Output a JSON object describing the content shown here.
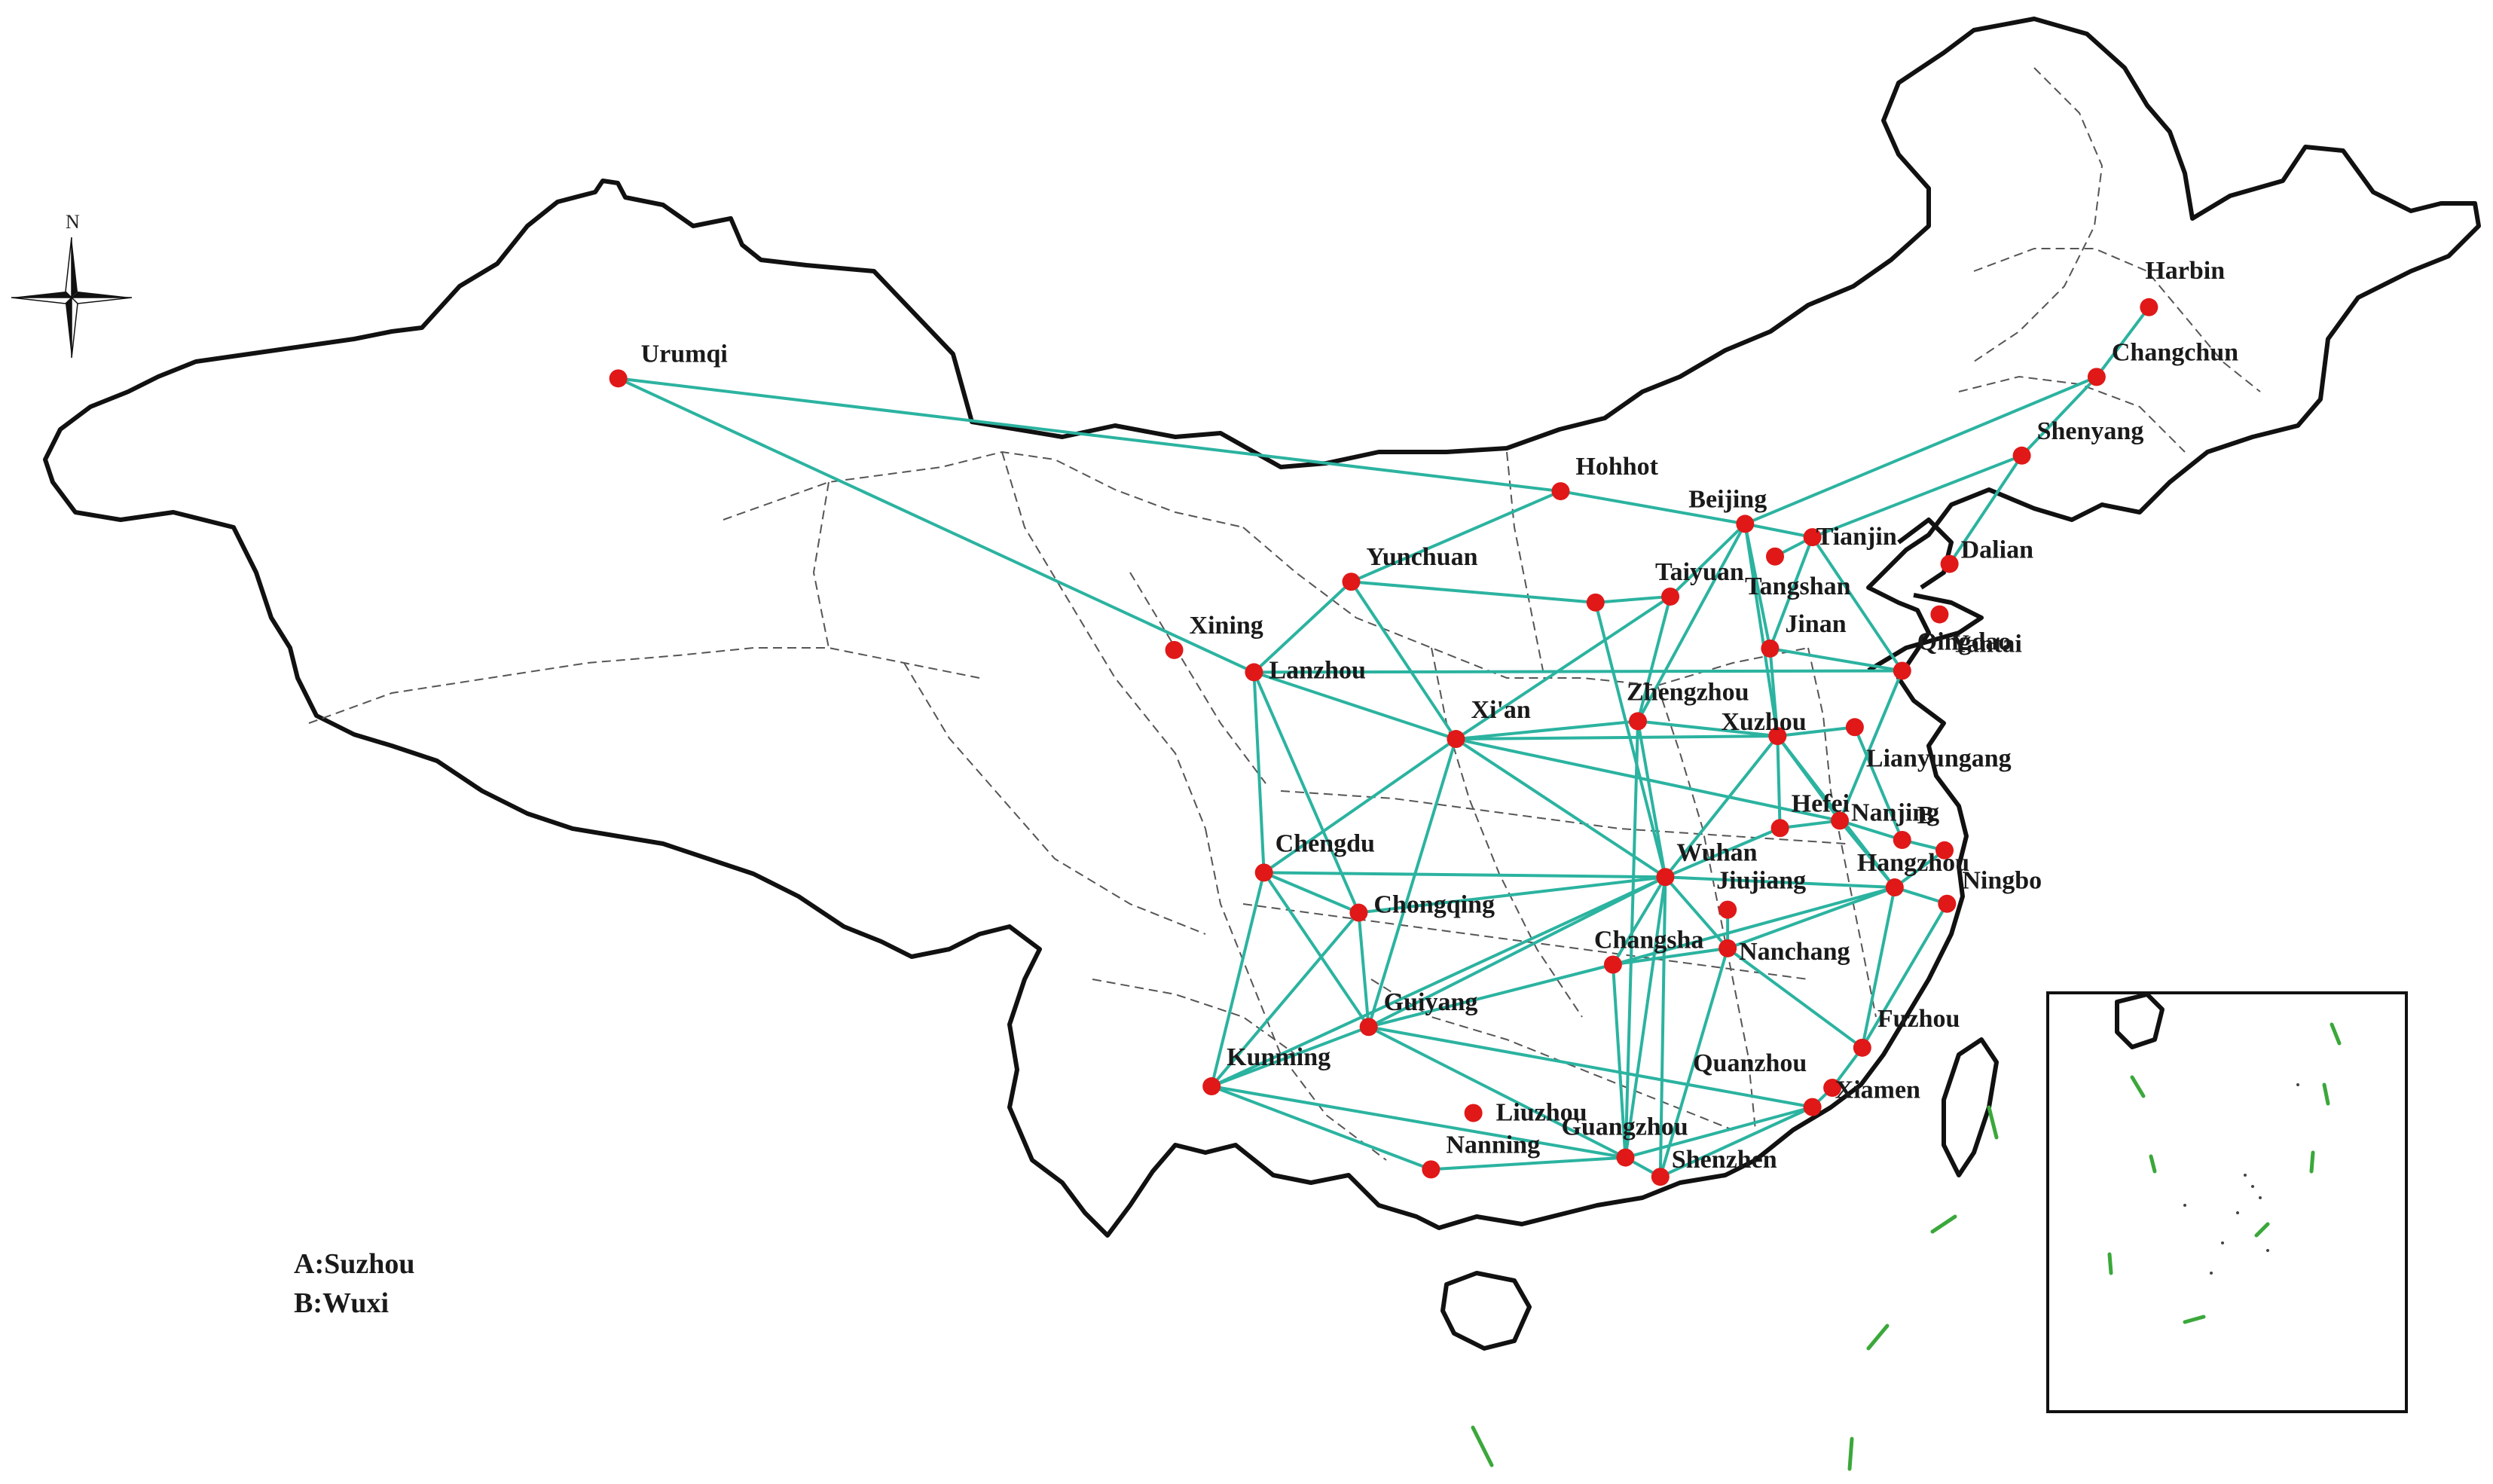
{
  "compass": {
    "label": "N"
  },
  "legend": [
    {
      "key": "A",
      "text": "A:Suzhou"
    },
    {
      "key": "B",
      "text": "B:Wuxi"
    }
  ],
  "colors": {
    "route": "#2bb3a0",
    "city": "#e01818",
    "island_marks": "#3aa83a"
  },
  "cities": [
    {
      "id": "urumqi",
      "label": "Urumqi",
      "ref": [
        0.248,
        0.255
      ]
    },
    {
      "id": "harbin",
      "label": "Harbin",
      "ref": [
        0.862,
        0.207
      ]
    },
    {
      "id": "changchun",
      "label": "Changchun",
      "ref": [
        0.841,
        0.254
      ]
    },
    {
      "id": "shenyang",
      "label": "Shenyang",
      "ref": [
        0.811,
        0.307
      ]
    },
    {
      "id": "hohhot",
      "label": "Hohhot",
      "ref": [
        0.626,
        0.331
      ]
    },
    {
      "id": "beijing",
      "label": "Beijing",
      "ref": [
        0.7,
        0.353
      ]
    },
    {
      "id": "tianjin",
      "label": "Tianjin",
      "ref": [
        0.727,
        0.362
      ]
    },
    {
      "id": "tangshan",
      "label": "Tangshan",
      "ref": [
        0.712,
        0.375
      ]
    },
    {
      "id": "dalian",
      "label": "Dalian",
      "ref": [
        0.782,
        0.38
      ]
    },
    {
      "id": "yantai",
      "label": "Yantai",
      "ref": [
        0.778,
        0.414
      ]
    },
    {
      "id": "yunchuan",
      "label": "Yunchuan",
      "ref": [
        0.542,
        0.392
      ]
    },
    {
      "id": "taiyuan",
      "label": "Taiyuan",
      "ref": [
        0.67,
        0.402
      ]
    },
    {
      "id": "shijiazhuang",
      "label": "",
      "ref": [
        0.64,
        0.406
      ]
    },
    {
      "id": "jinan",
      "label": "Jinan",
      "ref": [
        0.71,
        0.437
      ]
    },
    {
      "id": "qingdao",
      "label": "Qingdao",
      "ref": [
        0.763,
        0.452
      ]
    },
    {
      "id": "xining",
      "label": "Xining",
      "ref": [
        0.471,
        0.438
      ]
    },
    {
      "id": "lanzhou",
      "label": "Lanzhou",
      "ref": [
        0.503,
        0.453
      ]
    },
    {
      "id": "xian",
      "label": "Xi'an",
      "ref": [
        0.584,
        0.498
      ]
    },
    {
      "id": "zhengzhou",
      "label": "Zhengzhou",
      "ref": [
        0.657,
        0.486
      ]
    },
    {
      "id": "xuzhou",
      "label": "Xuzhou",
      "ref": [
        0.713,
        0.496
      ]
    },
    {
      "id": "lianyungang",
      "label": "Lianyungang",
      "ref": [
        0.744,
        0.49
      ]
    },
    {
      "id": "hefei",
      "label": "Hefei",
      "ref": [
        0.714,
        0.558
      ]
    },
    {
      "id": "nanjing",
      "label": "Nanjing",
      "ref": [
        0.738,
        0.553
      ]
    },
    {
      "id": "wuxi",
      "label": "B",
      "ref": [
        0.763,
        0.566
      ]
    },
    {
      "id": "suzhou",
      "label": "",
      "ref": [
        0.78,
        0.573
      ]
    },
    {
      "id": "hangzhou",
      "label": "Hangzhou",
      "ref": [
        0.76,
        0.598
      ]
    },
    {
      "id": "ningbo",
      "label": "Ningbo",
      "ref": [
        0.781,
        0.609
      ]
    },
    {
      "id": "chengdu",
      "label": "Chengdu",
      "ref": [
        0.507,
        0.588
      ]
    },
    {
      "id": "chongqing",
      "label": "Chongqing",
      "ref": [
        0.545,
        0.615
      ]
    },
    {
      "id": "wuhan",
      "label": "Wuhan",
      "ref": [
        0.668,
        0.591
      ]
    },
    {
      "id": "jiujiang",
      "label": "Jiujiang",
      "ref": [
        0.693,
        0.613
      ]
    },
    {
      "id": "nanchang",
      "label": "Nanchang",
      "ref": [
        0.693,
        0.639
      ]
    },
    {
      "id": "changsha",
      "label": "Changsha",
      "ref": [
        0.647,
        0.65
      ]
    },
    {
      "id": "guiyang",
      "label": "Guiyang",
      "ref": [
        0.549,
        0.692
      ]
    },
    {
      "id": "kunming",
      "label": "Kunming",
      "ref": [
        0.486,
        0.732
      ]
    },
    {
      "id": "liuzhou",
      "label": "Liuzhou",
      "ref": [
        0.591,
        0.75
      ]
    },
    {
      "id": "fuzhou",
      "label": "Fuzhou",
      "ref": [
        0.747,
        0.706
      ]
    },
    {
      "id": "quanzhou",
      "label": "Quanzhou",
      "ref": [
        0.735,
        0.733
      ]
    },
    {
      "id": "xiamen",
      "label": "Xiamen",
      "ref": [
        0.727,
        0.746
      ]
    },
    {
      "id": "guangzhou",
      "label": "Guangzhou",
      "ref": [
        0.652,
        0.78
      ]
    },
    {
      "id": "shenzhen",
      "label": "Shenzhen",
      "ref": [
        0.666,
        0.793
      ]
    },
    {
      "id": "nanning",
      "label": "Nanning",
      "ref": [
        0.574,
        0.788
      ]
    }
  ],
  "routes": [
    [
      "urumqi",
      "hohhot"
    ],
    [
      "urumqi",
      "lanzhou"
    ],
    [
      "hohhot",
      "beijing"
    ],
    [
      "hohhot",
      "yunchuan"
    ],
    [
      "harbin",
      "changchun"
    ],
    [
      "changchun",
      "shenyang"
    ],
    [
      "changchun",
      "beijing"
    ],
    [
      "shenyang",
      "tianjin"
    ],
    [
      "shenyang",
      "dalian"
    ],
    [
      "beijing",
      "tianjin"
    ],
    [
      "beijing",
      "taiyuan"
    ],
    [
      "beijing",
      "jinan"
    ],
    [
      "beijing",
      "zhengzhou"
    ],
    [
      "beijing",
      "xuzhou"
    ],
    [
      "tianjin",
      "qingdao"
    ],
    [
      "tianjin",
      "jinan"
    ],
    [
      "tangshan",
      "tianjin"
    ],
    [
      "jinan",
      "qingdao"
    ],
    [
      "jinan",
      "xuzhou"
    ],
    [
      "yunchuan",
      "shijiazhuang"
    ],
    [
      "yunchuan",
      "lanzhou"
    ],
    [
      "yunchuan",
      "xian"
    ],
    [
      "shijiazhuang",
      "taiyuan"
    ],
    [
      "shijiazhuang",
      "wuhan"
    ],
    [
      "taiyuan",
      "zhengzhou"
    ],
    [
      "taiyuan",
      "xian"
    ],
    [
      "lanzhou",
      "qingdao"
    ],
    [
      "lanzhou",
      "xian"
    ],
    [
      "lanzhou",
      "chongqing"
    ],
    [
      "lanzhou",
      "chengdu"
    ],
    [
      "xian",
      "zhengzhou"
    ],
    [
      "xian",
      "xuzhou"
    ],
    [
      "xian",
      "chengdu"
    ],
    [
      "xian",
      "wuhan"
    ],
    [
      "xian",
      "guiyang"
    ],
    [
      "xian",
      "nanjing"
    ],
    [
      "zhengzhou",
      "xuzhou"
    ],
    [
      "zhengzhou",
      "wuhan"
    ],
    [
      "zhengzhou",
      "guangzhou"
    ],
    [
      "xuzhou",
      "lianyungang"
    ],
    [
      "xuzhou",
      "hefei"
    ],
    [
      "xuzhou",
      "nanjing"
    ],
    [
      "xuzhou",
      "wuhan"
    ],
    [
      "xuzhou",
      "shanghai_dummy"
    ],
    [
      "qingdao",
      "nanjing"
    ],
    [
      "lianyungang",
      "wuxi"
    ],
    [
      "hefei",
      "nanjing"
    ],
    [
      "hefei",
      "wuhan"
    ],
    [
      "nanjing",
      "wuxi"
    ],
    [
      "wuxi",
      "suzhou"
    ],
    [
      "suzhou",
      "hangzhou"
    ],
    [
      "nanjing",
      "hangzhou"
    ],
    [
      "hangzhou",
      "ningbo"
    ],
    [
      "hangzhou",
      "wuhan"
    ],
    [
      "hangzhou",
      "nanchang"
    ],
    [
      "hangzhou",
      "changsha"
    ],
    [
      "ningbo",
      "fuzhou"
    ],
    [
      "wuhan",
      "chengdu"
    ],
    [
      "wuhan",
      "chongqing"
    ],
    [
      "wuhan",
      "changsha"
    ],
    [
      "wuhan",
      "nanchang"
    ],
    [
      "wuhan",
      "guiyang"
    ],
    [
      "wuhan",
      "kunming"
    ],
    [
      "wuhan",
      "guangzhou"
    ],
    [
      "wuhan",
      "shenzhen"
    ],
    [
      "jiujiang",
      "nanchang"
    ],
    [
      "nanchang",
      "fuzhou"
    ],
    [
      "nanchang",
      "changsha"
    ],
    [
      "nanchang",
      "shenzhen"
    ],
    [
      "changsha",
      "guiyang"
    ],
    [
      "changsha",
      "guangzhou"
    ],
    [
      "chengdu",
      "chongqing"
    ],
    [
      "chengdu",
      "guiyang"
    ],
    [
      "chengdu",
      "kunming"
    ],
    [
      "chongqing",
      "guiyang"
    ],
    [
      "chongqing",
      "kunming"
    ],
    [
      "guiyang",
      "kunming"
    ],
    [
      "guiyang",
      "guangzhou"
    ],
    [
      "guiyang",
      "xiamen"
    ],
    [
      "kunming",
      "nanning"
    ],
    [
      "kunming",
      "guangzhou"
    ],
    [
      "nanning",
      "guangzhou"
    ],
    [
      "guangzhou",
      "shenzhen"
    ],
    [
      "guangzhou",
      "xiamen"
    ],
    [
      "shenzhen",
      "xiamen"
    ],
    [
      "xiamen",
      "quanzhou"
    ],
    [
      "quanzhou",
      "fuzhou"
    ],
    [
      "fuzhou",
      "hangzhou"
    ],
    [
      "xuzhou",
      "hangzhou"
    ]
  ]
}
